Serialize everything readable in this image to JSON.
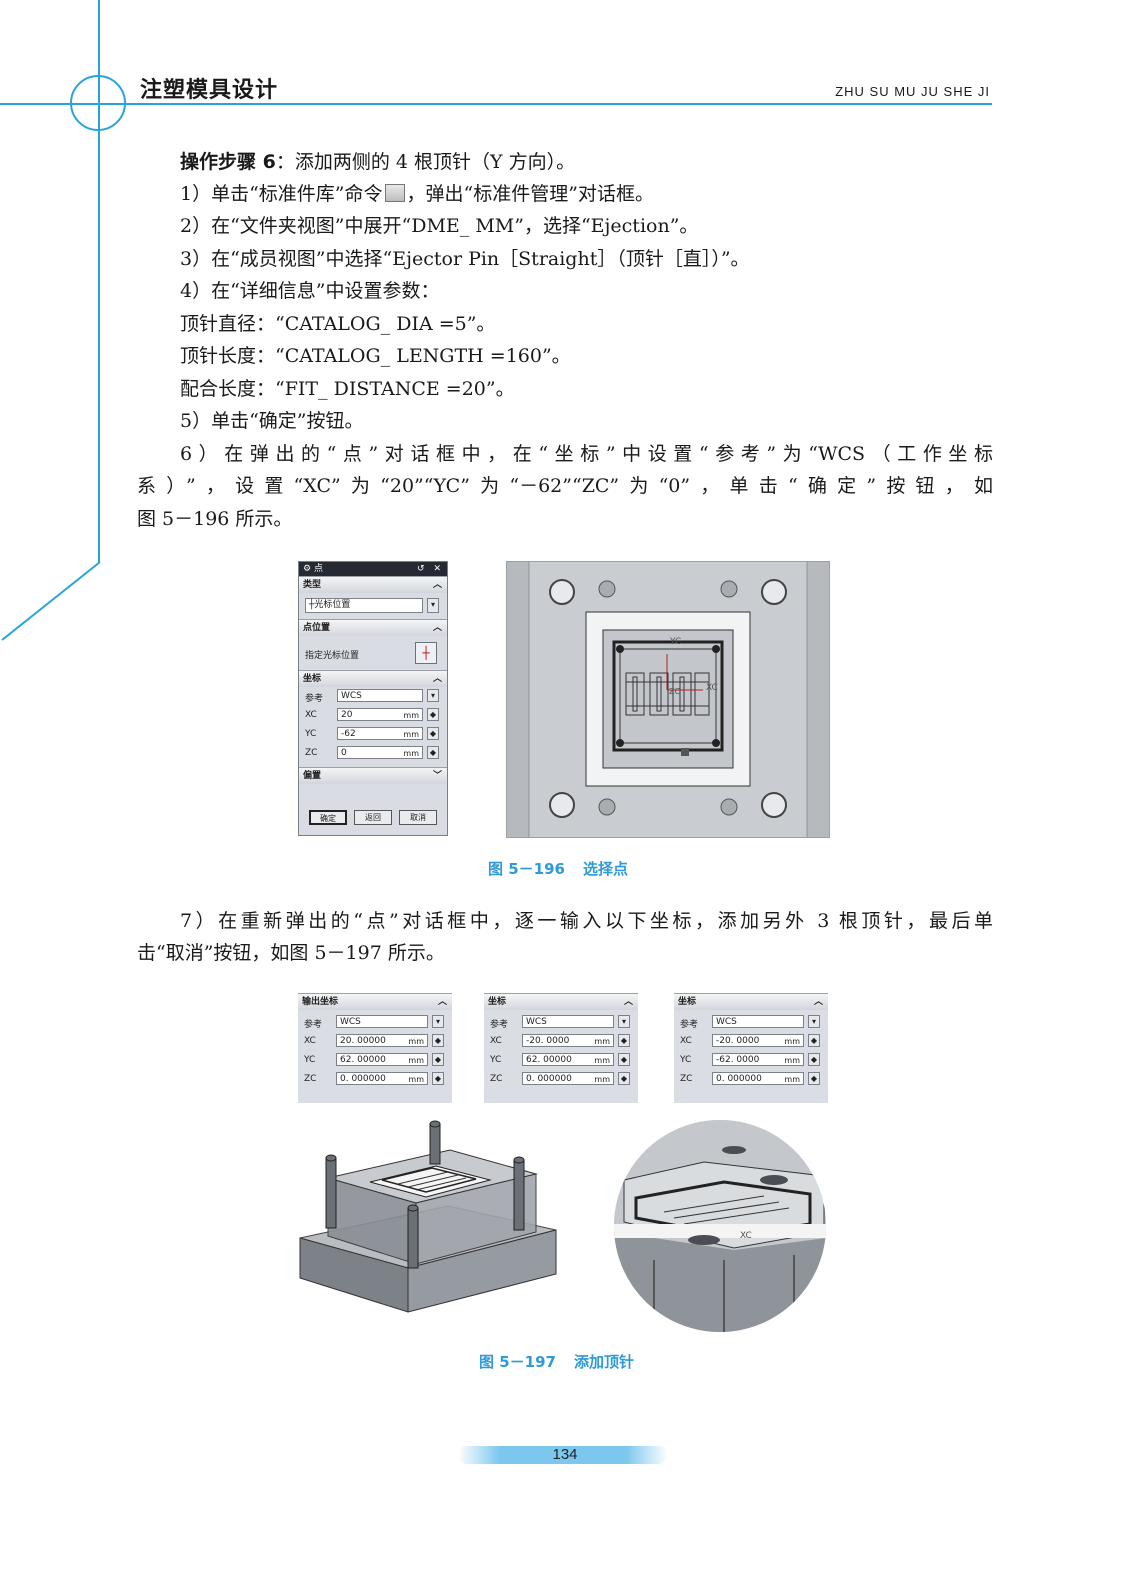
{
  "header": {
    "title": "注塑模具设计",
    "pinyin": "ZHU SU MU JU SHE JI"
  },
  "body": {
    "step_heading_bold": "操作步骤 6",
    "step_heading_rest": "：添加两侧的 4 根顶针（Y 方向）。",
    "line1_a": "1）单击“标准件库”命令",
    "line1_b": "，弹出“标准件管理”对话框。",
    "line2": "2）在“文件夹视图”中展开“DME_ MM”，选择“Ejection”。",
    "line3": "3）在“成员视图”中选择“Ejector Pin［Straight］（顶针［直］）”。",
    "line4": "4）在“详细信息”中设置参数：",
    "param1": "顶针直径：“CATALOG_ DIA =5”。",
    "param2": "顶针长度：“CATALOG_ LENGTH =160”。",
    "param3": "配合长度：“FIT_ DISTANCE =20”。",
    "line5": "5）单击“确定”按钮。",
    "line6a": "6）在弹出的“点”对话框中，在“坐标”中设置“参考”为“WCS（工作坐标",
    "line6b": "系）”，设置“XC”为“20”“YC”为“－62”“ZC”为“0”，单击“确定”按钮，如",
    "line6c": "图 5－196 所示。",
    "line7a": "7）在重新弹出的“点”对话框中，逐一输入以下坐标，添加另外 3 根顶针，最后单",
    "line7b": "击“取消”按钮，如图 5－197 所示。"
  },
  "figure196": {
    "number": "图 5－196",
    "title": "选择点",
    "dialog": {
      "title": "点",
      "controls": "↺ ✕",
      "group_type": "类型",
      "type_value": "光标位置",
      "group_location": "点位置",
      "location_label": "指定光标位置",
      "group_coord": "坐标",
      "ref_label": "参考",
      "ref_value": "WCS",
      "xc_label": "XC",
      "xc_value": "20",
      "yc_label": "YC",
      "yc_value": "-62",
      "zc_label": "ZC",
      "zc_value": "0",
      "unit": "mm",
      "group_offset": "偏置",
      "btn_ok": "确定",
      "btn_back": "返回",
      "btn_cancel": "取消"
    },
    "view_labels": {
      "yc": "YC",
      "xc": "XC",
      "zc": "ZC"
    }
  },
  "figure197": {
    "number": "图 5－197",
    "title": "添加顶针",
    "panels": [
      {
        "group": "输出坐标",
        "ref_label": "参考",
        "ref": "WCS",
        "xc_label": "XC",
        "xc": "20. 00000",
        "yc_label": "YC",
        "yc": "62. 00000",
        "zc_label": "ZC",
        "zc": "0. 000000",
        "unit": "mm"
      },
      {
        "group": "坐标",
        "ref_label": "参考",
        "ref": "WCS",
        "xc_label": "XC",
        "xc": "-20. 0000",
        "yc_label": "YC",
        "yc": "62. 00000",
        "zc_label": "ZC",
        "zc": "0. 000000",
        "unit": "mm"
      },
      {
        "group": "坐标",
        "ref_label": "参考",
        "ref": "WCS",
        "xc_label": "XC",
        "xc": "-20. 0000",
        "yc_label": "YC",
        "yc": "-62. 0000",
        "zc_label": "ZC",
        "zc": "0. 000000",
        "unit": "mm"
      }
    ],
    "zoom_label": "XC"
  },
  "footer": {
    "page_number": "134"
  }
}
